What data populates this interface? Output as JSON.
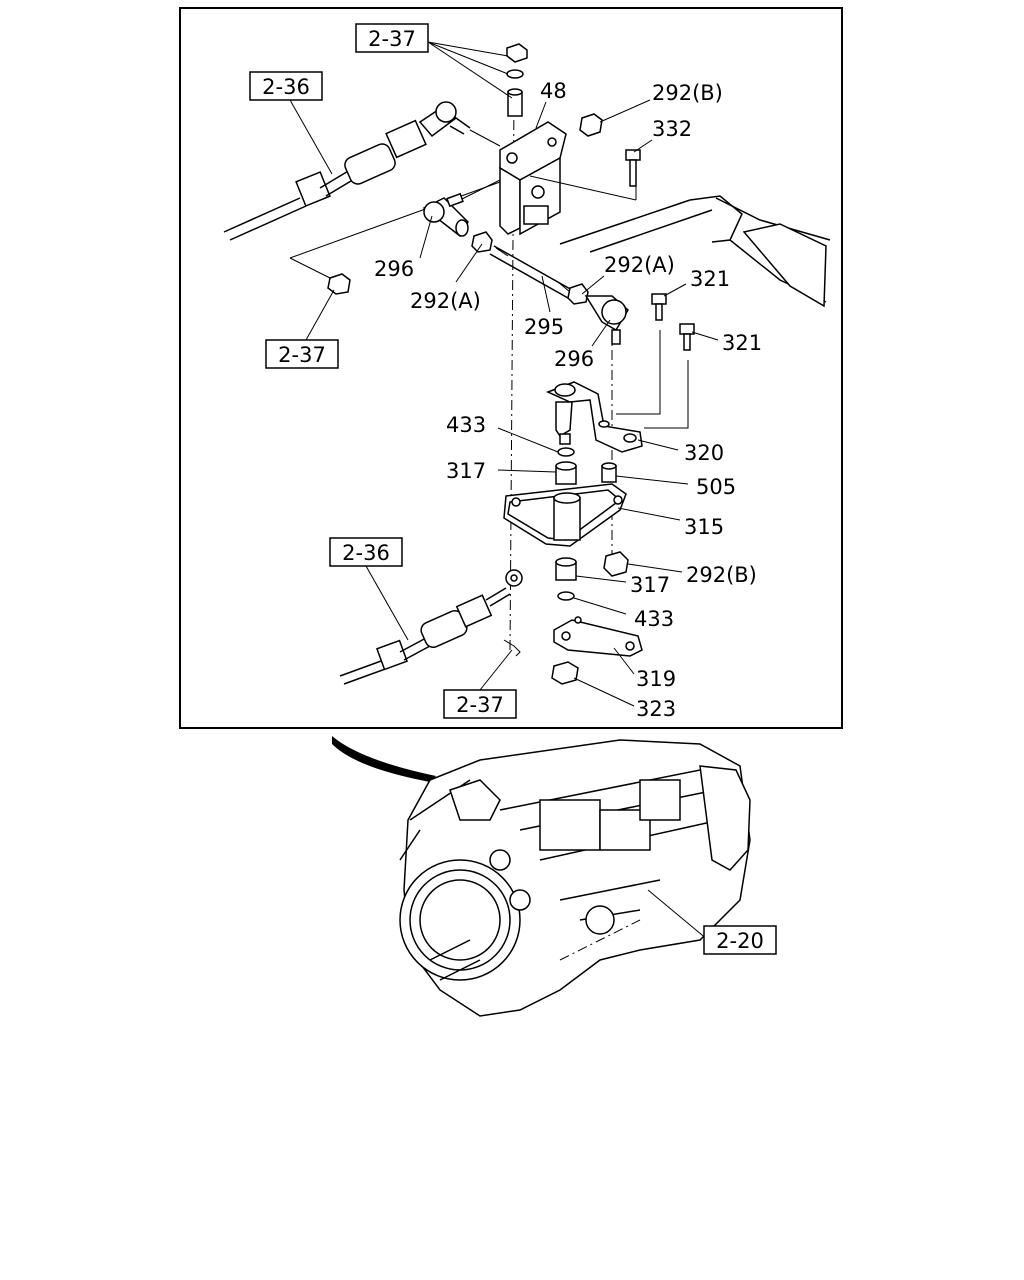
{
  "ref_boxes": {
    "r1": "2-37",
    "r2": "2-36",
    "r3": "2-37",
    "r4": "2-36",
    "r5": "2-37",
    "r6": "2-20"
  },
  "part_labels": {
    "p48": "48",
    "p292b_top": "292(B)",
    "p332": "332",
    "p296_a": "296",
    "p292a_a": "292(A)",
    "p292a_b": "292(A)",
    "p321_a": "321",
    "p321_b": "321",
    "p295": "295",
    "p296_b": "296",
    "p433_a": "433",
    "p320": "320",
    "p317_a": "317",
    "p505": "505",
    "p315": "315",
    "p292b_bot": "292(B)",
    "p317_b": "317",
    "p433_b": "433",
    "p319": "319",
    "p323": "323"
  }
}
